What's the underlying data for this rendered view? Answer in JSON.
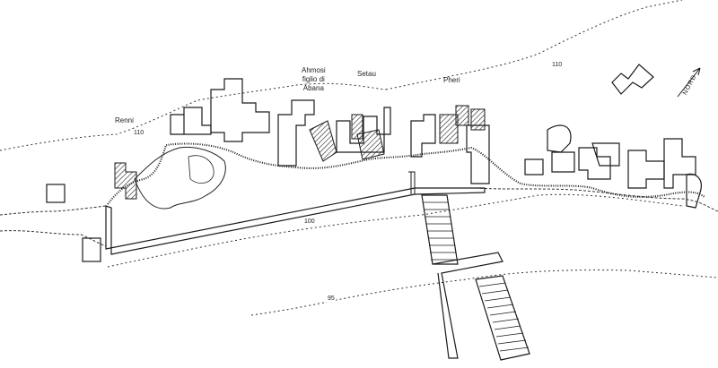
{
  "tomb_labels": {
    "renni": "Renni",
    "ahmose": [
      "Ahmosi",
      "figlio di",
      "Abana"
    ],
    "setau": "Setau",
    "paheri": "Pheri"
  },
  "contour_labels": {
    "top": "110",
    "upper_left": "110",
    "middle": "100",
    "lower": "95"
  },
  "north_arrow": "NORD",
  "colors": {
    "ink": "#1a1a1a",
    "paper": "#ffffff"
  }
}
